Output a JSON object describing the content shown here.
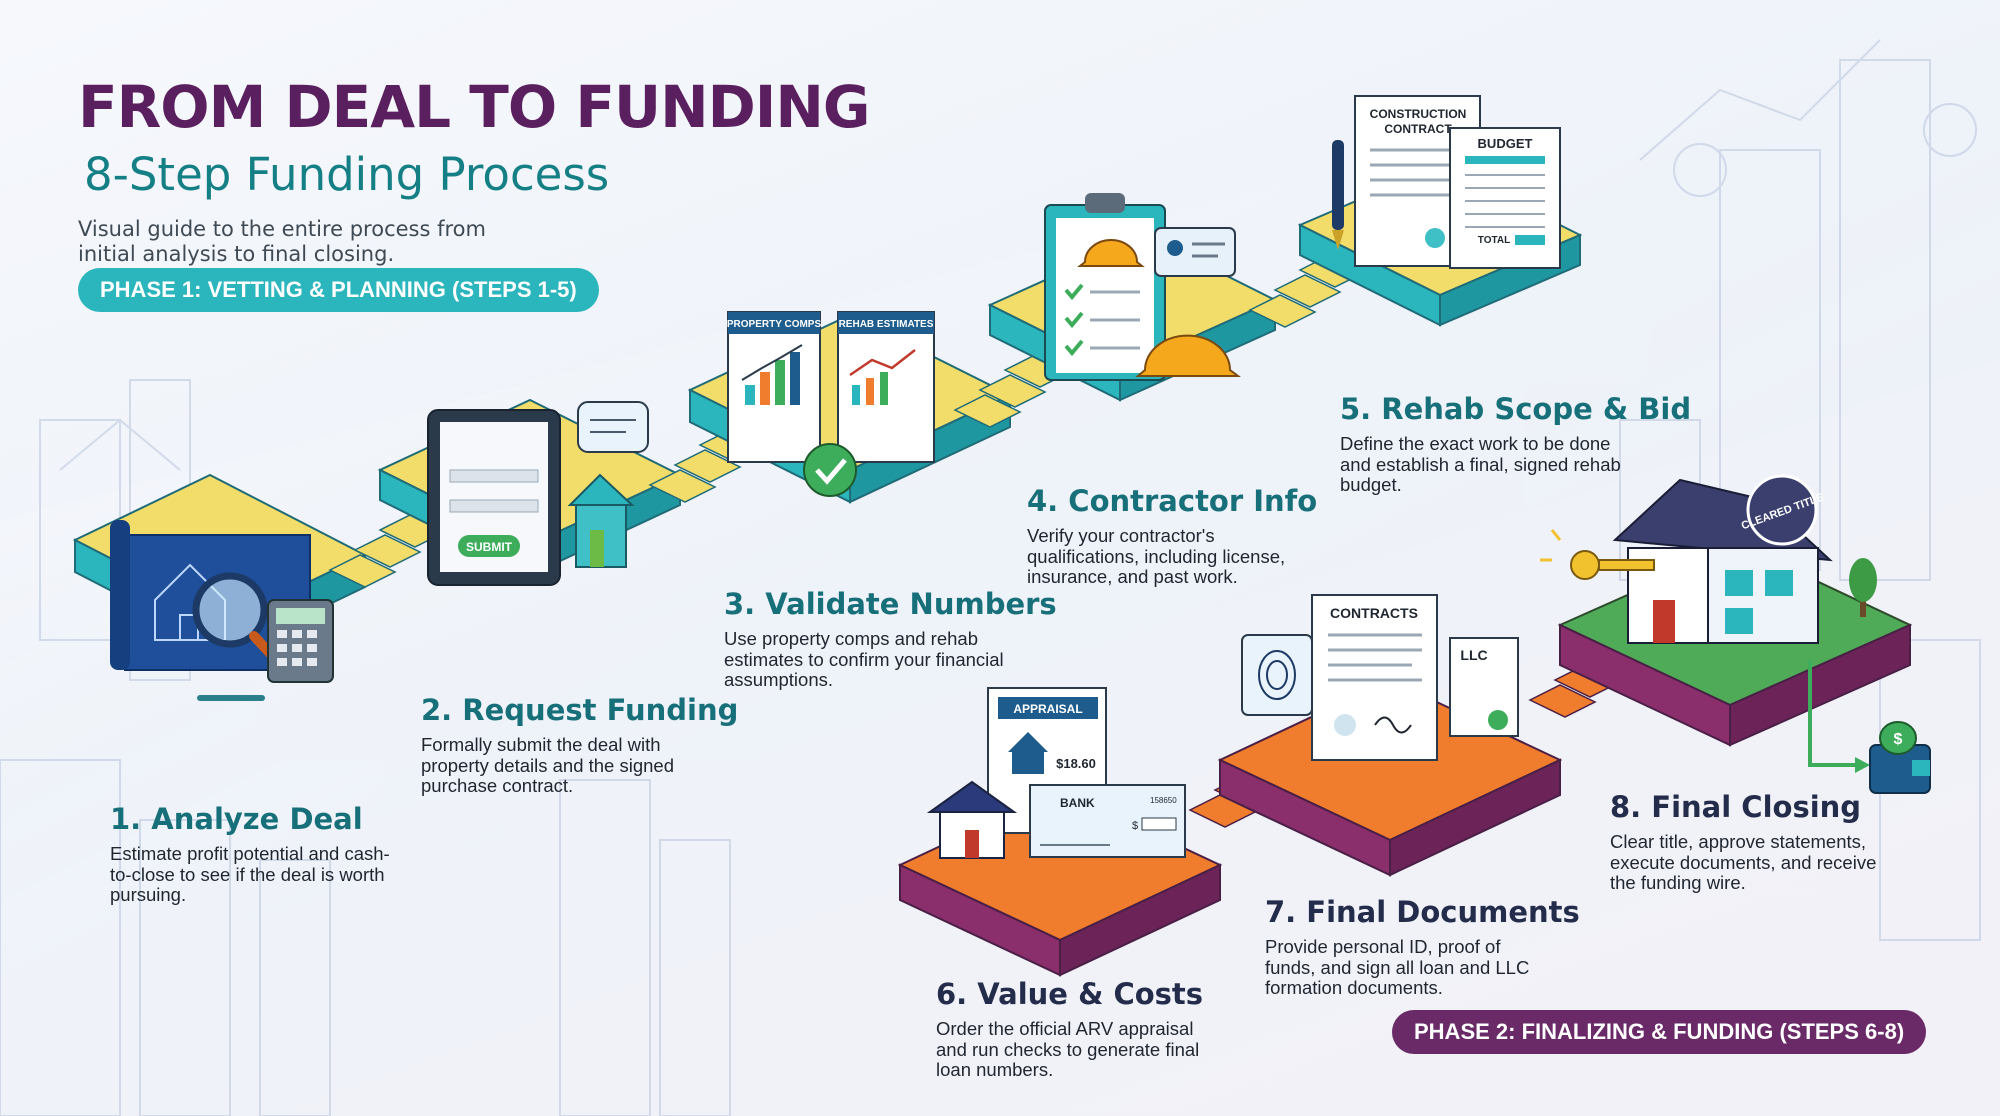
{
  "title": "FROM DEAL TO FUNDING",
  "subtitle": "8-Step Funding Process",
  "intro": "Visual guide to the entire process from initial analysis to final closing.",
  "phases": [
    {
      "label": "PHASE 1: VETTING & PLANNING (STEPS 1-5)",
      "color": "#2bb6bd"
    },
    {
      "label": "PHASE 2: FINALIZING & FUNDING (STEPS 6-8)",
      "color": "#6a2a68"
    }
  ],
  "steps": [
    {
      "title": "1. Analyze Deal",
      "desc": "Estimate profit potential and cash-to-close to see if the deal is worth pursuing."
    },
    {
      "title": "2. Request Funding",
      "desc": "Formally submit the deal with property details and the signed purchase contract."
    },
    {
      "title": "3. Validate Numbers",
      "desc": "Use property comps and rehab estimates to confirm your financial assumptions."
    },
    {
      "title": "4. Contractor Info",
      "desc": "Verify your contractor's qualifications, including license, insurance, and past work."
    },
    {
      "title": "5. Rehab Scope & Bid",
      "desc": "Define the exact work to be done and establish a final, signed rehab budget."
    },
    {
      "title": "6. Value & Costs",
      "desc": "Order the official ARV appraisal and run checks to generate final loan numbers."
    },
    {
      "title": "7. Final Documents",
      "desc": "Provide personal ID, proof of funds, and sign all loan and LLC formation documents."
    },
    {
      "title": "8. Final Closing",
      "desc": "Clear title, approve statements, execute documents, and receive the funding wire."
    }
  ],
  "illustration_labels": {
    "submit": "SUBMIT",
    "property_comps": "PROPERTY COMPS",
    "rehab_estimates": "REHAB ESTIMATES",
    "construction_contract": [
      "CONSTRUCTION",
      "CONTRACT"
    ],
    "budget": "BUDGET",
    "total": "TOTAL",
    "appraisal": "APPRAISAL",
    "appraisal_amount": "$18.60",
    "bank": "BANK",
    "check_number": "158650",
    "check_dollar": "$",
    "contracts": "CONTRACTS",
    "llc": "LLC",
    "cleared_title": "CLEARED TITLE",
    "money_bag": "$"
  },
  "icons": [
    "blueprint-icon",
    "magnifier-icon",
    "calculator-icon",
    "pencil-icon",
    "tablet-icon",
    "chat-bubble-icon",
    "house-icon",
    "bar-chart-icon",
    "line-chart-icon",
    "checkmark-icon",
    "clipboard-icon",
    "hard-hat-icon",
    "id-card-icon",
    "pen-icon",
    "fingerprint-icon",
    "key-icon",
    "wallet-icon",
    "money-bag-icon",
    "tree-icon",
    "arrow-icon"
  ],
  "colors": {
    "title": "#5a1f5e",
    "subtitle": "#157f86",
    "phase1_platform": "#f3dd6a",
    "phase1_side": "#2bb6bd",
    "phase2_platform": "#f07c2e",
    "phase2_side": "#8a2f6c",
    "final_platform": "#4fab58"
  }
}
